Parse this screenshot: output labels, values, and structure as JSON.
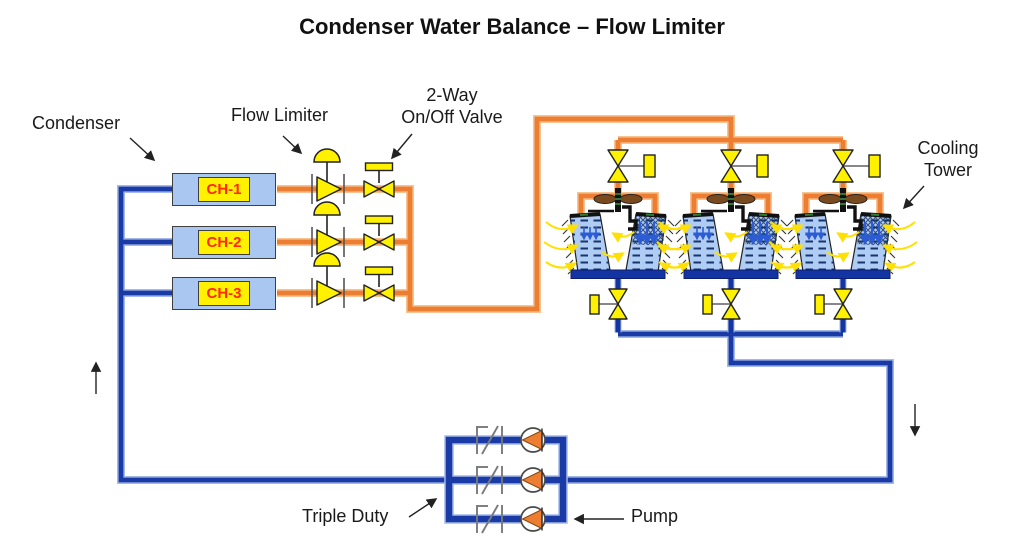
{
  "title": "Condenser Water Balance – Flow Limiter",
  "labels": {
    "condenser": "Condenser",
    "flow_limiter": "Flow Limiter",
    "two_way_line1": "2-Way",
    "two_way_line2": "On/Off Valve",
    "cooling_tower_line1": "Cooling",
    "cooling_tower_line2": "Tower",
    "triple_duty": "Triple Duty",
    "pump": "Pump"
  },
  "chillers": [
    {
      "id": "CH-1"
    },
    {
      "id": "CH-2"
    },
    {
      "id": "CH-3"
    }
  ],
  "equipment": {
    "cooling_towers": 3,
    "pumps": 3,
    "flow_limiters": 3,
    "two_way_valves": 3,
    "triple_duty_valves": 3
  },
  "colors": {
    "supply_pipe_orange": "#ED7D31",
    "return_pipe_blue": "#1A3AA6",
    "valve_yellow": "#FFF100",
    "chiller_fill": "#A9C7F0",
    "chiller_text": "#FF2800",
    "pump_impeller": "#ED7D31"
  }
}
